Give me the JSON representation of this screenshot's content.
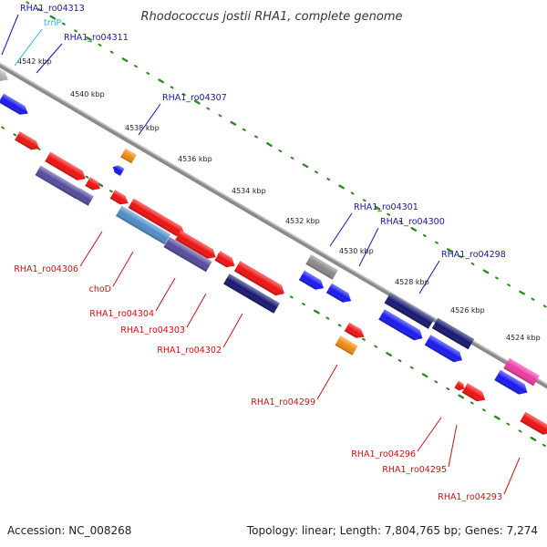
{
  "title": "Rhodococcus jostii RHA1, complete genome",
  "footer": {
    "accession": "Accession: NC_008268",
    "summary": "Topology: linear; Length: 7,804,765 bp; Genes: 7,274"
  },
  "colors": {
    "backbone": "#8a8a8a",
    "tick": "#2d8a1f",
    "label_blue": "#1515b0",
    "label_red": "#cc1111",
    "label_cyan": "#22b5d8"
  },
  "scale_ticks": [
    "4542 kbp",
    "4540 kbp",
    "4538 kbp",
    "4536 kbp",
    "4534 kbp",
    "4532 kbp",
    "4530 kbp",
    "4528 kbp",
    "4526 kbp",
    "4524 kbp"
  ],
  "gene_labels": [
    {
      "text": "RHA1_ro04313",
      "color": "blue"
    },
    {
      "text": "trnP",
      "color": "cyan"
    },
    {
      "text": "RHA1_ro04311",
      "color": "blue"
    },
    {
      "text": "RHA1_ro04307",
      "color": "blue"
    },
    {
      "text": "RHA1_ro04301",
      "color": "blue"
    },
    {
      "text": "RHA1_ro04300",
      "color": "blue"
    },
    {
      "text": "RHA1_ro04298",
      "color": "blue"
    },
    {
      "text": "RHA1_ro04306",
      "color": "red"
    },
    {
      "text": "choD",
      "color": "red"
    },
    {
      "text": "RHA1_ro04304",
      "color": "red"
    },
    {
      "text": "RHA1_ro04303",
      "color": "red"
    },
    {
      "text": "RHA1_ro04302",
      "color": "red"
    },
    {
      "text": "RHA1_ro04299",
      "color": "red"
    },
    {
      "text": "RHA1_ro04296",
      "color": "red"
    },
    {
      "text": "RHA1_ro04295",
      "color": "red"
    },
    {
      "text": "RHA1_ro04293",
      "color": "red"
    }
  ]
}
